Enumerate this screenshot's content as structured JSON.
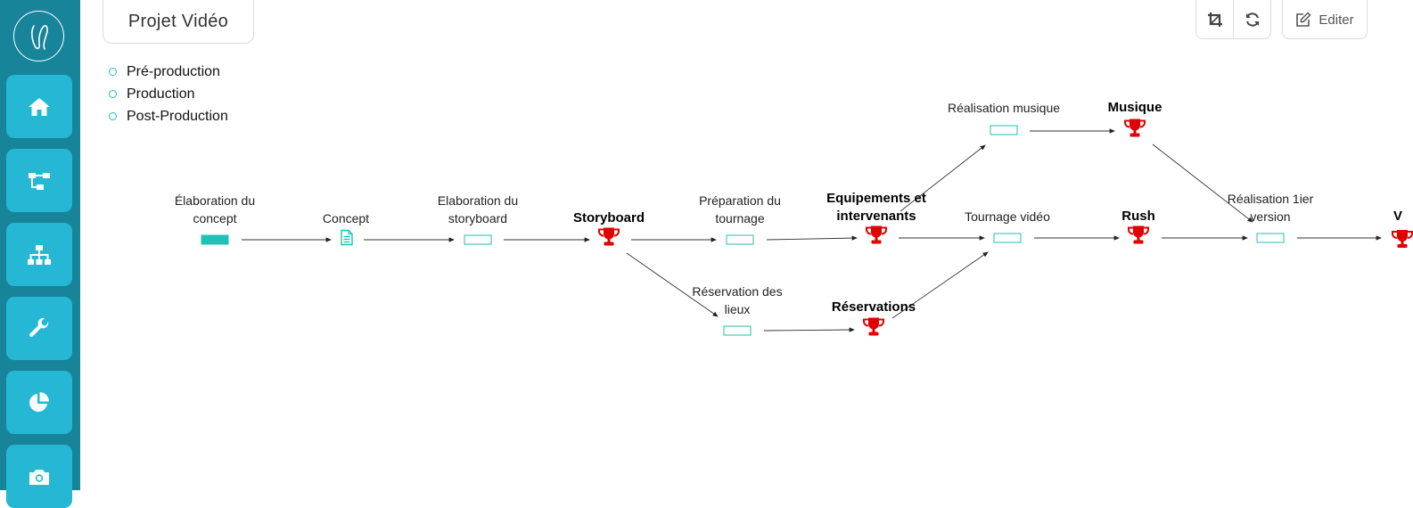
{
  "sidebar": {
    "items": [
      {
        "icon": "home-icon"
      },
      {
        "icon": "workflow-icon"
      },
      {
        "icon": "sitemap-icon"
      },
      {
        "icon": "wrench-icon"
      },
      {
        "icon": "pie-chart-icon"
      },
      {
        "icon": "camera-icon"
      }
    ]
  },
  "header": {
    "title": "Projet Vidéo",
    "edit_label": "Editer"
  },
  "phases": [
    "Pré-production",
    "Production",
    "Post-Production"
  ],
  "colors": {
    "sidebar": "#17849a",
    "nav_button": "#25b7d3",
    "accent": "#1fc0b5",
    "milestone": "#e00000"
  },
  "diagram": {
    "nodes": {
      "elaboration_concept": {
        "label": "Élaboration du concept",
        "type": "task",
        "status": "done"
      },
      "concept": {
        "label": "Concept",
        "type": "document"
      },
      "elaboration_storyboard": {
        "label": "Elaboration du storyboard",
        "type": "task"
      },
      "storyboard": {
        "label": "Storyboard",
        "type": "milestone"
      },
      "preparation_tournage": {
        "label": "Préparation du tournage",
        "type": "task"
      },
      "reservation_lieux": {
        "label": "Réservation des lieux",
        "type": "task"
      },
      "equipements": {
        "label": "Equipements et intervenants",
        "type": "milestone"
      },
      "reservations": {
        "label": "Réservations",
        "type": "milestone"
      },
      "realisation_musique": {
        "label": "Réalisation musique",
        "type": "task"
      },
      "musique": {
        "label": "Musique",
        "type": "milestone"
      },
      "tournage_video": {
        "label": "Tournage vidéo",
        "type": "task"
      },
      "rush": {
        "label": "Rush",
        "type": "milestone"
      },
      "realisation_1ier_version": {
        "label": "Réalisation 1ier version",
        "type": "task"
      },
      "next_milestone": {
        "label": "V",
        "type": "milestone"
      }
    }
  }
}
